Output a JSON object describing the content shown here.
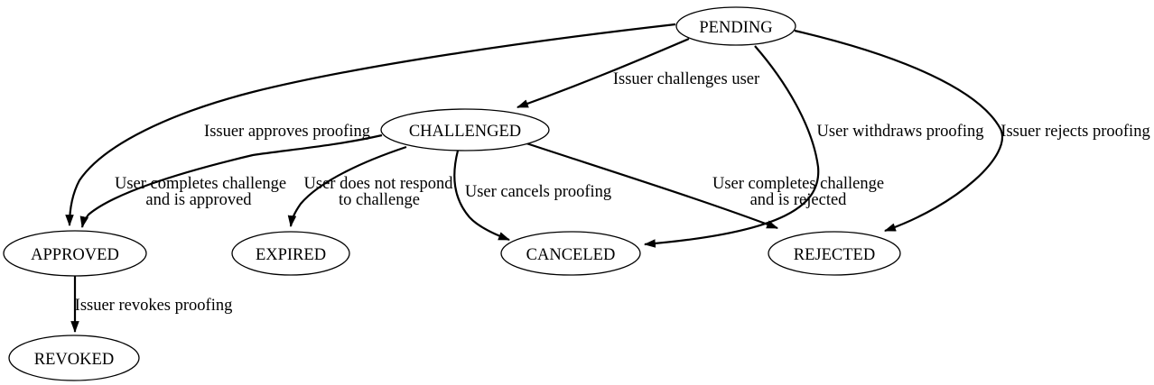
{
  "diagram": {
    "type": "state-machine-graph",
    "colors": {
      "stroke": "#000000",
      "background": "#ffffff"
    },
    "nodes": [
      {
        "id": "pending",
        "label": "PENDING"
      },
      {
        "id": "challenged",
        "label": "CHALLENGED"
      },
      {
        "id": "approved",
        "label": "APPROVED"
      },
      {
        "id": "expired",
        "label": "EXPIRED"
      },
      {
        "id": "canceled",
        "label": "CANCELED"
      },
      {
        "id": "rejected",
        "label": "REJECTED"
      },
      {
        "id": "revoked",
        "label": "REVOKED"
      }
    ],
    "edges": [
      {
        "from": "PENDING",
        "to": "CHALLENGED",
        "lines": [
          "Issuer challenges user"
        ]
      },
      {
        "from": "PENDING",
        "to": "APPROVED",
        "lines": [
          "Issuer approves proofing"
        ]
      },
      {
        "from": "PENDING",
        "to": "CANCELED",
        "lines": [
          "User withdraws proofing"
        ]
      },
      {
        "from": "PENDING",
        "to": "REJECTED",
        "lines": [
          "Issuer rejects proofing"
        ]
      },
      {
        "from": "CHALLENGED",
        "to": "APPROVED",
        "lines": [
          "User completes challenge",
          "and is approved"
        ]
      },
      {
        "from": "CHALLENGED",
        "to": "EXPIRED",
        "lines": [
          "User does not respond",
          "to challenge"
        ]
      },
      {
        "from": "CHALLENGED",
        "to": "CANCELED",
        "lines": [
          "User cancels proofing"
        ]
      },
      {
        "from": "CHALLENGED",
        "to": "REJECTED",
        "lines": [
          "User completes challenge",
          "and is rejected"
        ]
      },
      {
        "from": "APPROVED",
        "to": "REVOKED",
        "lines": [
          "Issuer revokes proofing"
        ]
      }
    ]
  }
}
